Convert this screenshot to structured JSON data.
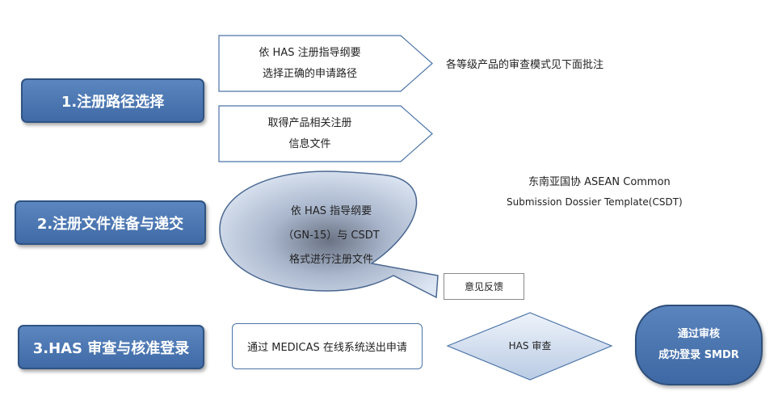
{
  "steps": {
    "step1": "1.注册路径选择",
    "step2": "2.注册文件准备与递交",
    "step3": "3.HAS 审查与核准登录"
  },
  "arrow1": {
    "line1": "依 HAS 注册指导纲要",
    "line2": "选择正确的申请路径"
  },
  "arrow2": {
    "line1": "取得产品相关注册",
    "line2": "信息文件"
  },
  "note_review_mode": "各等级产品的审查模式见下面批注",
  "note_csdt": {
    "line1": "东南亚国协  ASEAN Common",
    "line2": "Submission    Dossier    Template(CSDT)"
  },
  "callout": {
    "line1": "依 HAS 指导纲要",
    "line2": "（GN-15）与 CSDT",
    "line3": "格式进行注册文件"
  },
  "feedback": "意见反馈",
  "submit_box": "通过 MEDICAS 在线系统送出申请",
  "diamond": "HAS 审查",
  "final": {
    "line1": "通过审核",
    "line2": "成功登录 SMDR"
  },
  "colors": {
    "step_fill": "#4a74ae",
    "step_border": "#2f5382",
    "outline": "#4a73a8"
  }
}
